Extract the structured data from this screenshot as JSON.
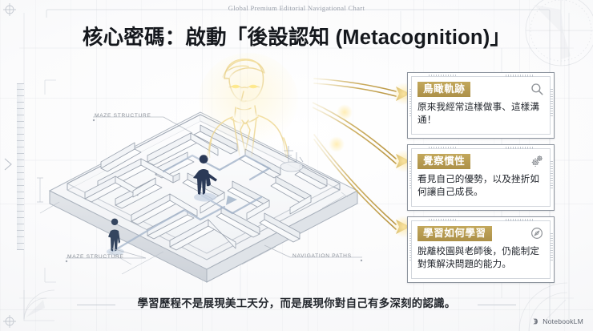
{
  "header": {
    "eyebrow": "Global Premium Editorial Navigational Chart",
    "title": "核心密碼：啟動「後設認知 (Metacognition)」"
  },
  "diagram": {
    "annotations": [
      {
        "label": "MAZE STRUCTURE"
      },
      {
        "label": "MAZE STRUCTURE"
      },
      {
        "label": "NAVIGATION PATHS"
      }
    ],
    "figures": [
      {
        "name": "observer-figure",
        "style": "golden-outline"
      },
      {
        "name": "maze-walker-center",
        "style": "navy-silhouette"
      },
      {
        "name": "maze-walker-entrance",
        "style": "navy-silhouette"
      }
    ]
  },
  "cards": [
    {
      "badge": "鳥瞰軌跡",
      "body": "原來我經常這樣做事、這樣溝通！",
      "icon": "magnifier-icon"
    },
    {
      "badge": "覺察慣性",
      "body": "看見自己的優勢，以及挫折如何讓自己成長。",
      "icon": "gears-icon"
    },
    {
      "badge": "學習如何學習",
      "body": "脫離校園與老師後，仍能制定對策解決問題的能力。",
      "icon": "compass-icon"
    }
  ],
  "footer": {
    "caption": "學習歷程不是展現美工天分，而是展現你對自己有多深刻的認識。",
    "brand": "NotebookLM"
  },
  "colors": {
    "accent_gold": "#b89a50",
    "badge_gold": "#ac9048",
    "ink": "#15181d",
    "blueprint_line": "#8c96a5",
    "figure_navy": "#2b3a57",
    "paper": "#fbfbfc"
  }
}
